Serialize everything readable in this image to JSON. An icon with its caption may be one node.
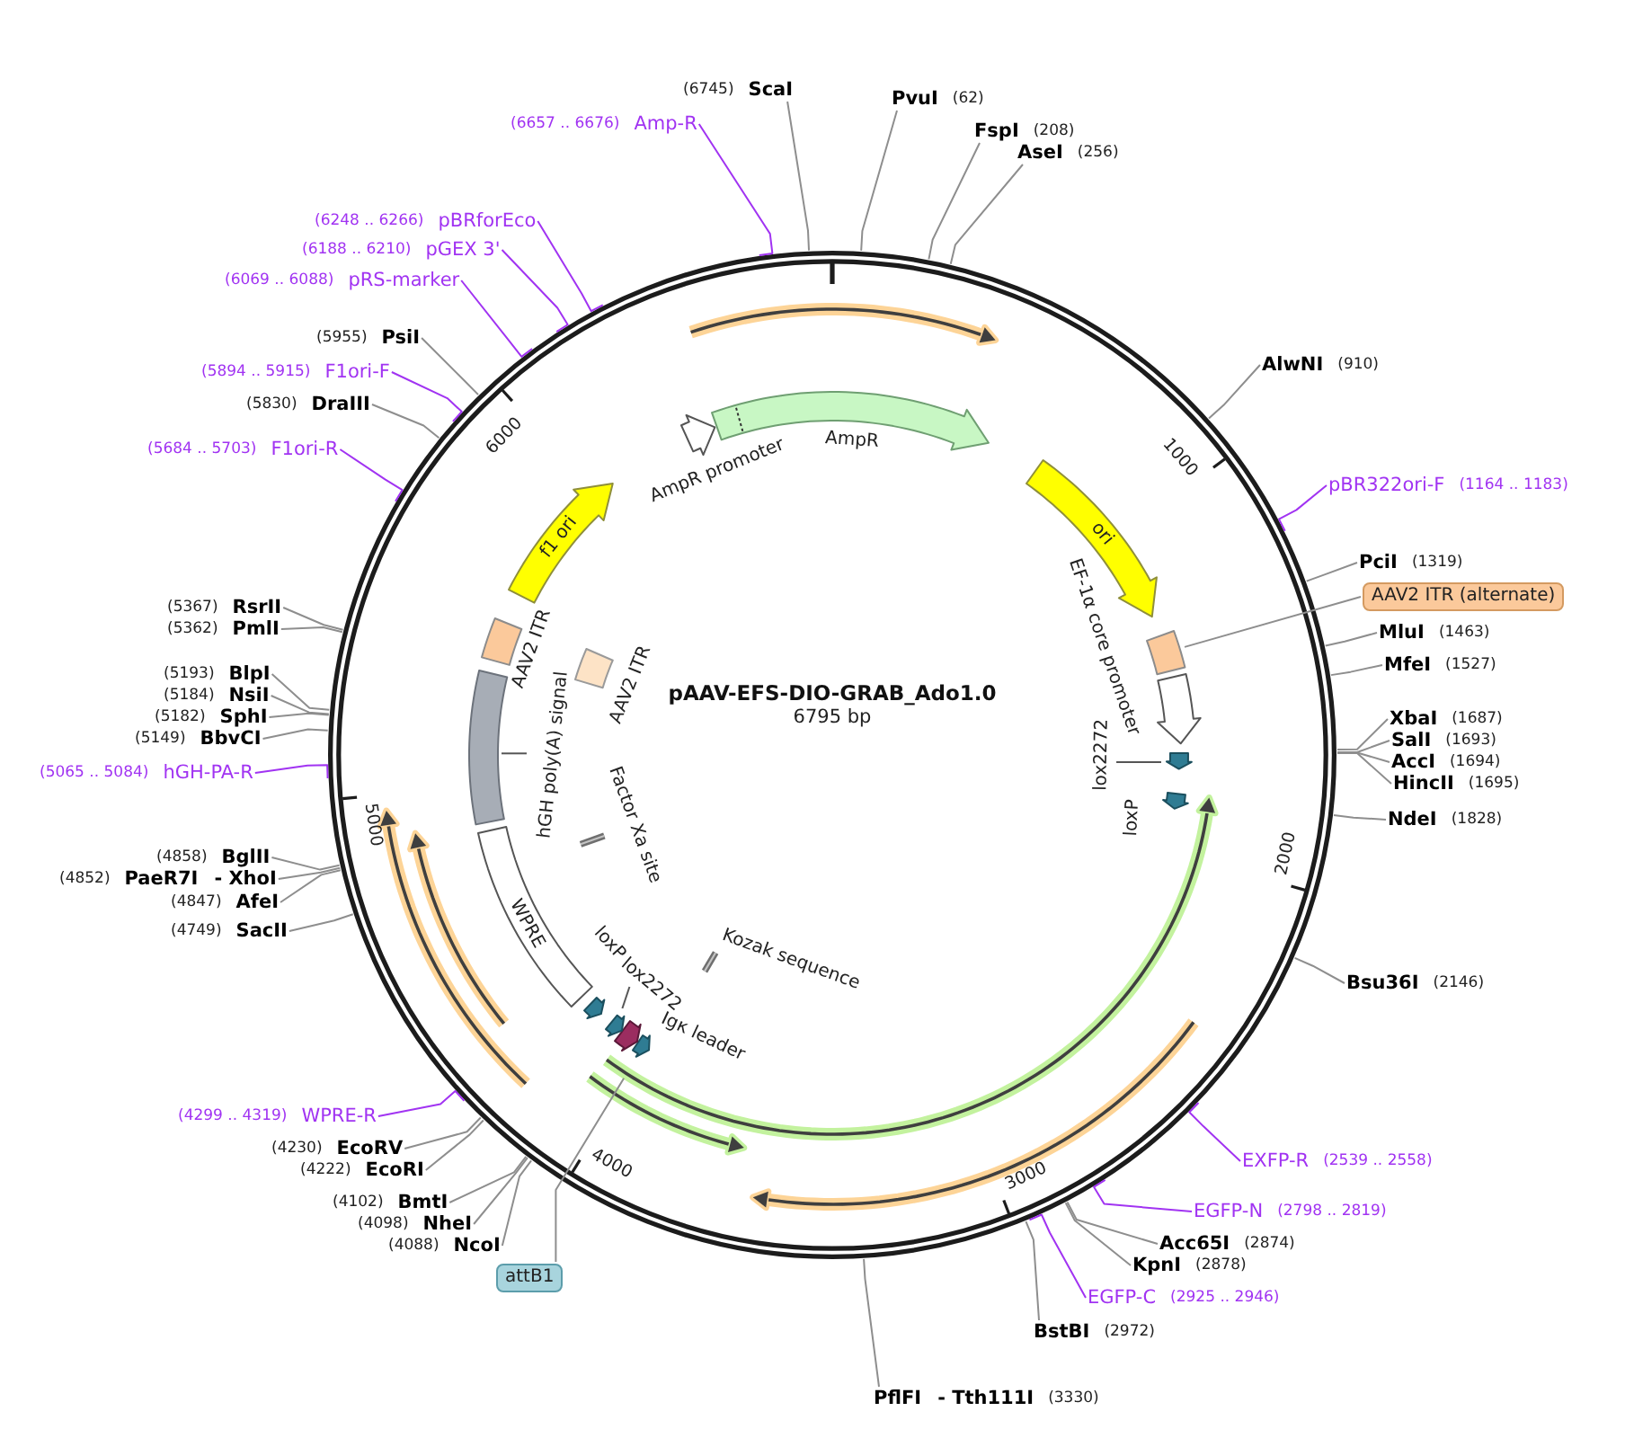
{
  "diagram": {
    "title": "pAAV-EFS-DIO-GRAB_Ado1.0",
    "nodes": [
      {
        "text": [
          "(6745)",
          "ScaI"
        ]
      },
      {
        "text": [
          "PvuI",
          "(62)"
        ]
      },
      {
        "text": [
          "FspI",
          "(208)"
        ]
      },
      {
        "text": [
          "AseI",
          "(256)"
        ]
      },
      {
        "text": [
          "AlwNI",
          "(910)"
        ]
      },
      {
        "text": [
          "pBR322ori-F",
          "(1164 .. 1183)"
        ]
      },
      {
        "text": [
          "PciI",
          "(1319)"
        ]
      },
      {
        "text": [
          "AAV2 ITR (alternate)"
        ]
      },
      {
        "text": [
          "MluI",
          "(1463)"
        ]
      },
      {
        "text": [
          "MfeI",
          "(1527)"
        ]
      },
      {
        "text": [
          "XbaI",
          "(1687)"
        ]
      },
      {
        "text": [
          "SalI",
          "(1693)"
        ]
      },
      {
        "text": [
          "AccI",
          "(1694)"
        ]
      },
      {
        "text": [
          "HincII",
          "(1695)"
        ]
      },
      {
        "text": [
          "NdeI",
          "(1828)"
        ]
      },
      {
        "text": [
          "Bsu36I",
          "(2146)"
        ]
      },
      {
        "text": [
          "EXFP-R",
          "(2539 .. 2558)"
        ]
      },
      {
        "text": [
          "EGFP-N",
          "(2798 .. 2819)"
        ]
      },
      {
        "text": [
          "Acc65I",
          "(2874)"
        ]
      },
      {
        "text": [
          "KpnI",
          "(2878)"
        ]
      },
      {
        "text": [
          "EGFP-C",
          "(2925 .. 2946)"
        ]
      },
      {
        "text": [
          "BstBI",
          "(2972)"
        ]
      },
      {
        "text": [
          "PflFI",
          "- Tth111I",
          "(3330)"
        ]
      },
      {
        "text": [
          "attB1"
        ]
      },
      {
        "text": [
          "(4088)",
          "NcoI"
        ]
      },
      {
        "text": [
          "(4098)",
          "NheI"
        ]
      },
      {
        "text": [
          "(4102)",
          "BmtI"
        ]
      },
      {
        "text": [
          "(4222)",
          "EcoRI"
        ]
      },
      {
        "text": [
          "(4230)",
          "EcoRV"
        ]
      },
      {
        "text": [
          "(4299 .. 4319)",
          "WPRE-R"
        ]
      },
      {
        "text": [
          "(4749)",
          "SacII"
        ]
      },
      {
        "text": [
          "(4847)",
          "AfeI"
        ]
      },
      {
        "text": [
          "(4852)",
          "PaeR7I",
          "- XhoI"
        ]
      },
      {
        "text": [
          "(4858)",
          "BglII"
        ]
      },
      {
        "text": [
          "(5065 .. 5084)",
          "hGH-PA-R"
        ]
      },
      {
        "text": [
          "(5149)",
          "BbvCI"
        ]
      },
      {
        "text": [
          "(5182)",
          "SphI"
        ]
      },
      {
        "text": [
          "(5184)",
          "NsiI"
        ]
      },
      {
        "text": [
          "(5193)",
          "BlpI"
        ]
      },
      {
        "text": [
          "(5362)",
          "PmlI"
        ]
      },
      {
        "text": [
          "(5367)",
          "RsrII"
        ]
      },
      {
        "text": [
          "(5684 .. 5703)",
          "F1ori-R"
        ]
      },
      {
        "text": [
          "(5830)",
          "DraIII"
        ]
      },
      {
        "text": [
          "(5894 .. 5915)",
          "F1ori-F"
        ]
      },
      {
        "text": [
          "(5955)",
          "PsiI"
        ]
      },
      {
        "text": [
          "(6069 .. 6088)",
          "pRS-marker"
        ]
      },
      {
        "text": [
          "(6188 .. 6210)",
          "pGEX 3'"
        ]
      },
      {
        "text": [
          "(6248 .. 6266)",
          "pBRforEco"
        ]
      },
      {
        "text": [
          "(6657 .. 6676)",
          "Amp-R"
        ]
      },
      {
        "text": [
          "AmpR promoter"
        ]
      },
      {
        "text": [
          "AmpR"
        ]
      },
      {
        "text": [
          "ori"
        ]
      },
      {
        "text": [],
        "shape": "box"
      },
      {
        "text": [
          "EF-1α core promoter"
        ]
      },
      {
        "text": [
          "lox2272"
        ]
      },
      {
        "text": [
          "loxP"
        ]
      },
      {
        "text": [],
        "shape": "arrow"
      },
      {
        "text": [
          "Igκ leader"
        ]
      },
      {
        "text": [
          "lox2272"
        ]
      },
      {
        "text": [
          "loxP"
        ]
      },
      {
        "text": [
          "Kozak sequence"
        ]
      },
      {
        "text": [
          "WPRE"
        ]
      },
      {
        "text": [
          "Factor Xa site"
        ]
      },
      {
        "text": [
          "hGH poly(A) signal"
        ]
      },
      {
        "text": [
          "AAV2 ITR"
        ]
      },
      {
        "text": [
          "AAV2 ITR"
        ]
      },
      {
        "text": [
          "f1 ori"
        ]
      }
    ],
    "edges": [
      {
        "from": 0,
        "to": null,
        "arrow": "none"
      },
      {
        "from": 1,
        "to": null,
        "arrow": "none"
      },
      {
        "from": 2,
        "to": null,
        "arrow": "none"
      },
      {
        "from": 3,
        "to": null,
        "arrow": "none"
      },
      {
        "from": 4,
        "to": null,
        "arrow": "none"
      },
      {
        "from": 5,
        "to": null,
        "arrow": "none",
        "color": "#a133f2"
      },
      {
        "from": 6,
        "to": null,
        "arrow": "none"
      },
      {
        "from": 7,
        "to": 52,
        "arrow": "none"
      },
      {
        "from": 8,
        "to": null,
        "arrow": "none"
      },
      {
        "from": 9,
        "to": null,
        "arrow": "none"
      },
      {
        "from": 10,
        "to": null,
        "arrow": "none"
      },
      {
        "from": 11,
        "to": null,
        "arrow": "none"
      },
      {
        "from": 12,
        "to": null,
        "arrow": "none"
      },
      {
        "from": 13,
        "to": null,
        "arrow": "none"
      },
      {
        "from": 14,
        "to": null,
        "arrow": "none"
      },
      {
        "from": 15,
        "to": null,
        "arrow": "none"
      },
      {
        "from": 16,
        "to": null,
        "arrow": "none",
        "color": "#a133f2"
      },
      {
        "from": 17,
        "to": null,
        "arrow": "none",
        "color": "#a133f2"
      },
      {
        "from": 18,
        "to": null,
        "arrow": "none"
      },
      {
        "from": 19,
        "to": null,
        "arrow": "none"
      },
      {
        "from": 20,
        "to": null,
        "arrow": "none",
        "color": "#a133f2"
      },
      {
        "from": 21,
        "to": null,
        "arrow": "none"
      },
      {
        "from": 22,
        "to": null,
        "arrow": "none"
      },
      {
        "from": 23,
        "to": null,
        "arrow": "none"
      },
      {
        "from": 24,
        "to": null,
        "arrow": "none"
      },
      {
        "from": 25,
        "to": null,
        "arrow": "none"
      },
      {
        "from": 26,
        "to": null,
        "arrow": "none"
      },
      {
        "from": 27,
        "to": null,
        "arrow": "none"
      },
      {
        "from": 28,
        "to": null,
        "arrow": "none"
      },
      {
        "from": 29,
        "to": null,
        "arrow": "none",
        "color": "#a133f2"
      },
      {
        "from": 30,
        "to": null,
        "arrow": "none"
      },
      {
        "from": 31,
        "to": null,
        "arrow": "none"
      },
      {
        "from": 32,
        "to": null,
        "arrow": "none"
      },
      {
        "from": 33,
        "to": null,
        "arrow": "none"
      },
      {
        "from": 34,
        "to": null,
        "arrow": "none",
        "color": "#a133f2"
      },
      {
        "from": 35,
        "to": null,
        "arrow": "none"
      },
      {
        "from": 36,
        "to": null,
        "arrow": "none"
      },
      {
        "from": 37,
        "to": null,
        "arrow": "none"
      },
      {
        "from": 38,
        "to": null,
        "arrow": "none"
      },
      {
        "from": 39,
        "to": null,
        "arrow": "none"
      },
      {
        "from": 40,
        "to": null,
        "arrow": "none"
      },
      {
        "from": 41,
        "to": null,
        "arrow": "none",
        "color": "#a133f2"
      },
      {
        "from": 42,
        "to": null,
        "arrow": "none"
      },
      {
        "from": 43,
        "to": null,
        "arrow": "none",
        "color": "#a133f2"
      },
      {
        "from": 44,
        "to": null,
        "arrow": "none"
      },
      {
        "from": 45,
        "to": null,
        "arrow": "none",
        "color": "#a133f2"
      },
      {
        "from": 46,
        "to": null,
        "arrow": "none",
        "color": "#a133f2"
      },
      {
        "from": 47,
        "to": null,
        "arrow": "none",
        "color": "#a133f2"
      },
      {
        "from": 48,
        "to": null,
        "arrow": "none",
        "color": "#a133f2"
      }
    ],
    "labels": [
      "6795 bp",
      "1000",
      "2000",
      "3000",
      "4000",
      "5000",
      "6000"
    ]
  }
}
